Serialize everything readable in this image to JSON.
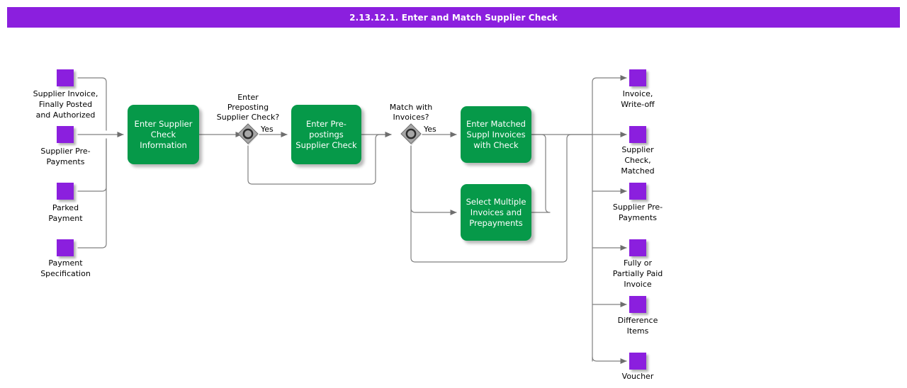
{
  "header": {
    "title": "2.13.12.1. Enter and Match Supplier Check",
    "bg_color": "#8B1FDE",
    "text_color": "#ffffff"
  },
  "palette": {
    "data_object": "#8B1FDE",
    "task": "#069949",
    "gateway_fill": "#999999",
    "gateway_stroke": "#333333",
    "connector": "#808080",
    "canvas": "#ffffff"
  },
  "diagram": {
    "type": "bpmn-flowchart",
    "inputs": [
      {
        "id": "in-supplier-invoice",
        "label": "Supplier Invoice,\nFinally Posted\nand Authorized"
      },
      {
        "id": "in-supplier-prepayments",
        "label": "Supplier Pre-\nPayments"
      },
      {
        "id": "in-parked-payment",
        "label": "Parked\nPayment"
      },
      {
        "id": "in-payment-specification",
        "label": "Payment\nSpecification"
      }
    ],
    "tasks": [
      {
        "id": "task-enter-supplier-check-information",
        "label": "Enter Supplier\nCheck\nInformation"
      },
      {
        "id": "task-enter-prepostings-supplier-check",
        "label": "Enter Pre-\npostings\nSupplier Check"
      },
      {
        "id": "task-enter-matched-suppl-invoices-with-check",
        "label": "Enter Matched\nSuppl Invoices\nwith Check"
      },
      {
        "id": "task-select-multiple-invoices-and-prepayments",
        "label": "Select Multiple\nInvoices and\nPrepayments"
      }
    ],
    "gateways": [
      {
        "id": "gw-enter-preposting-supplier-check",
        "label": "Enter\nPreposting\nSupplier Check?",
        "yes_label": "Yes"
      },
      {
        "id": "gw-match-with-invoices",
        "label": "Match with\nInvoices?",
        "yes_label": "Yes"
      }
    ],
    "outputs": [
      {
        "id": "out-invoice-write-off",
        "label": "Invoice,\nWrite-off"
      },
      {
        "id": "out-supplier-check-matched",
        "label": "Supplier\nCheck,\nMatched"
      },
      {
        "id": "out-supplier-prepayments",
        "label": "Supplier Pre-\nPayments"
      },
      {
        "id": "out-fully-or-partially-paid-invoice",
        "label": "Fully or\nPartially Paid\nInvoice"
      },
      {
        "id": "out-difference-items",
        "label": "Difference\nItems"
      },
      {
        "id": "out-voucher",
        "label": "Voucher"
      }
    ]
  }
}
